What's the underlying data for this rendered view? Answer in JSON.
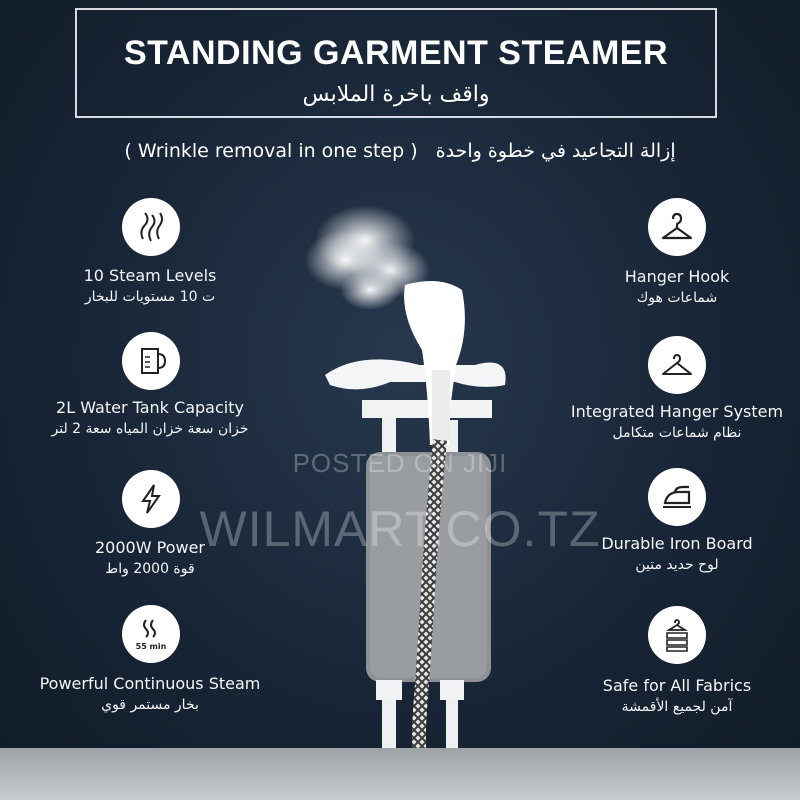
{
  "header": {
    "title_en": "STANDING GARMENT STEAMER",
    "title_ar": "واقف باخرة الملابس"
  },
  "tagline": {
    "en": "( Wrinkle removal in one step )",
    "ar": "إزالة التجاعيد في خطوة واحدة"
  },
  "features_left": [
    {
      "icon": "steam-waves-icon",
      "en": "10 Steam Levels",
      "ar": "ت 10 مستويات للبخار"
    },
    {
      "icon": "water-tank-icon",
      "en": "2L Water Tank Capacity",
      "ar": "خزان سعة خزان المياه سعة 2 لتر"
    },
    {
      "icon": "lightning-icon",
      "en": "2000W Power",
      "ar": "قوة 2000 واط"
    },
    {
      "icon": "continuous-steam-icon",
      "icon_text": "55 min",
      "en": "Powerful Continuous Steam",
      "ar": "بخار مستمر قوي"
    }
  ],
  "features_right": [
    {
      "icon": "hanger-hook-icon",
      "en": "Hanger Hook",
      "ar": "شماعات هوك"
    },
    {
      "icon": "hanger-icon",
      "en": "Integrated Hanger System",
      "ar": "نظام شماعات متكامل"
    },
    {
      "icon": "iron-icon",
      "en": "Durable Iron Board",
      "ar": "لوح حديد متين"
    },
    {
      "icon": "clothes-stack-icon",
      "en": "Safe for All Fabrics",
      "ar": "آمن لجميع الأقمشة"
    }
  ],
  "watermark": {
    "line1": "POSTED ON JIJI",
    "line2": "WILMART.CO.TZ"
  },
  "colors": {
    "background": "#1a2738",
    "text": "#ffffff",
    "board": "#8d9196"
  }
}
